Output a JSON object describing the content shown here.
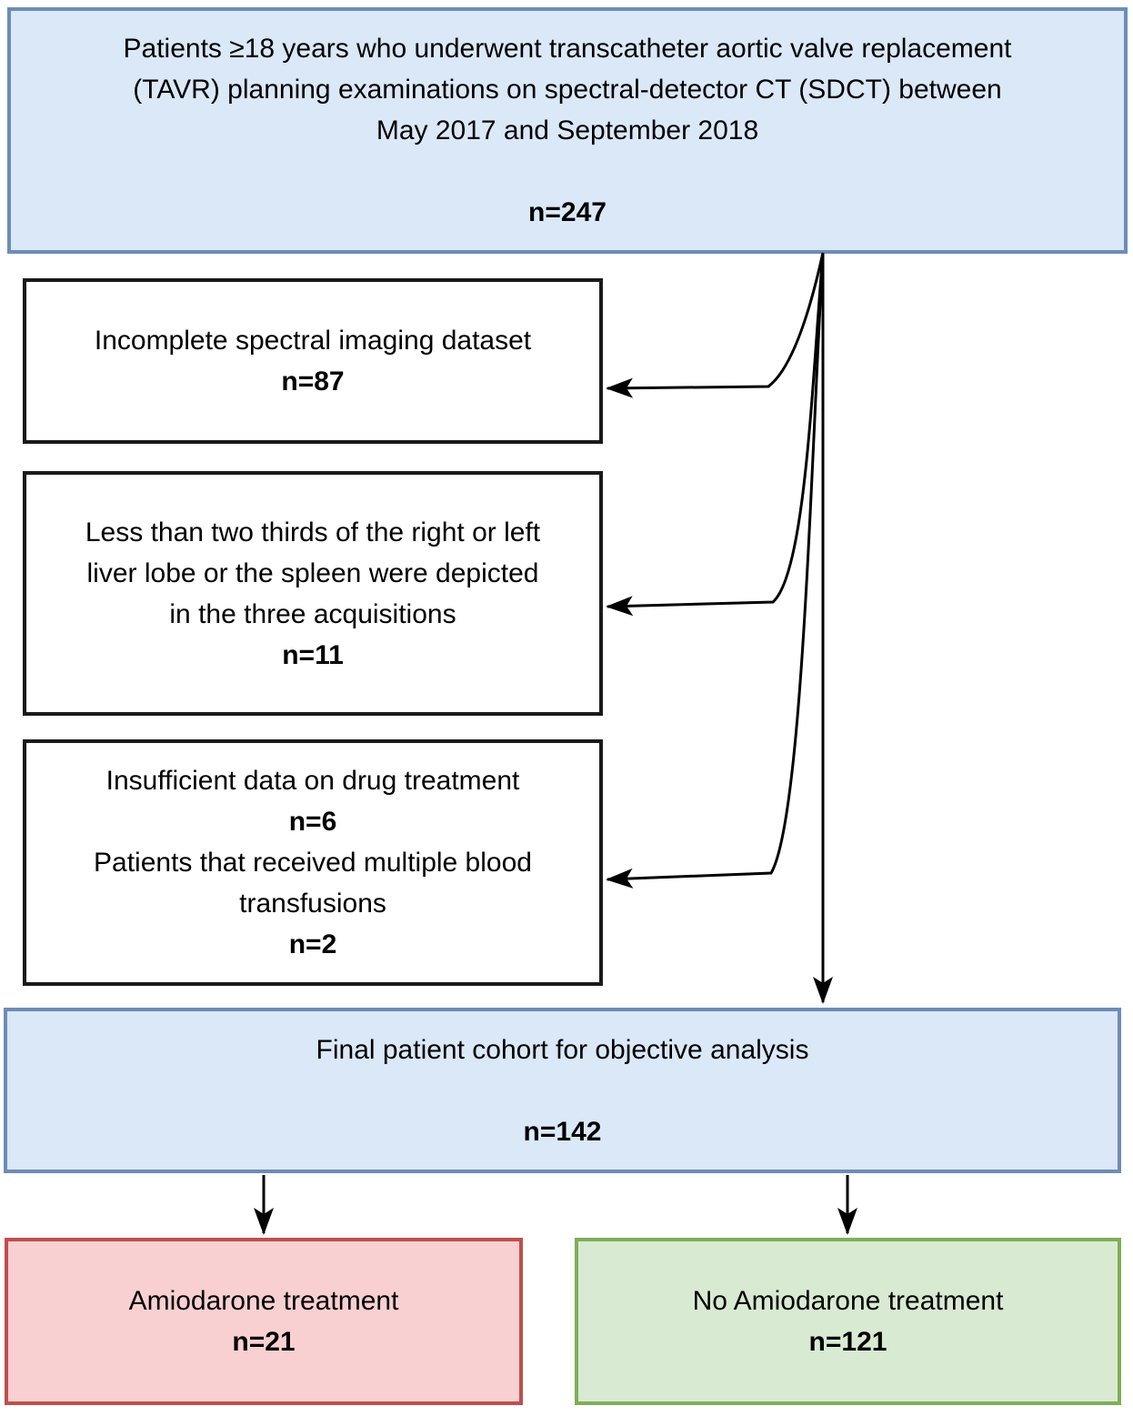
{
  "figure": {
    "type": "patient-flow-diagram",
    "source_box": {
      "line1": "Patients ≥18 years who underwent transcatheter aortic valve replacement",
      "line2": "(TAVR) planning examinations on spectral-detector CT (SDCT) between",
      "line3": "May 2017 and September 2018",
      "count": "n=247"
    },
    "exclusion_box_1": {
      "line1": "Incomplete spectral imaging dataset",
      "count": "n=87"
    },
    "exclusion_box_2": {
      "line1": "Less than two thirds of the right or left",
      "line2": "liver lobe or the spleen were depicted",
      "line3": "in the three acquisitions",
      "count": "n=11"
    },
    "exclusion_box_3": {
      "line1": "Insufficient data on drug treatment",
      "count1": "n=6",
      "line2": "Patients that received multiple blood",
      "line3": "transfusions",
      "count2": "n=2"
    },
    "final_box": {
      "line1": "Final patient cohort for objective analysis",
      "count": "n=142"
    },
    "outcome_box_left": {
      "line1": "Amiodarone treatment",
      "count": "n=21"
    },
    "outcome_box_right": {
      "line1": "No Amiodarone treatment",
      "count": "n=121"
    },
    "colors": {
      "cohort_fill": "#dbe8f8",
      "cohort_border": "#6e8cb4",
      "exclusion_fill": "#ffffff",
      "exclusion_border": "#1a1a1a",
      "treatment_fill": "#f9d0d2",
      "treatment_border": "#bf4f4c",
      "no_treatment_fill": "#d9ead3",
      "no_treatment_border": "#7fae58",
      "arrow": "#000000"
    }
  }
}
